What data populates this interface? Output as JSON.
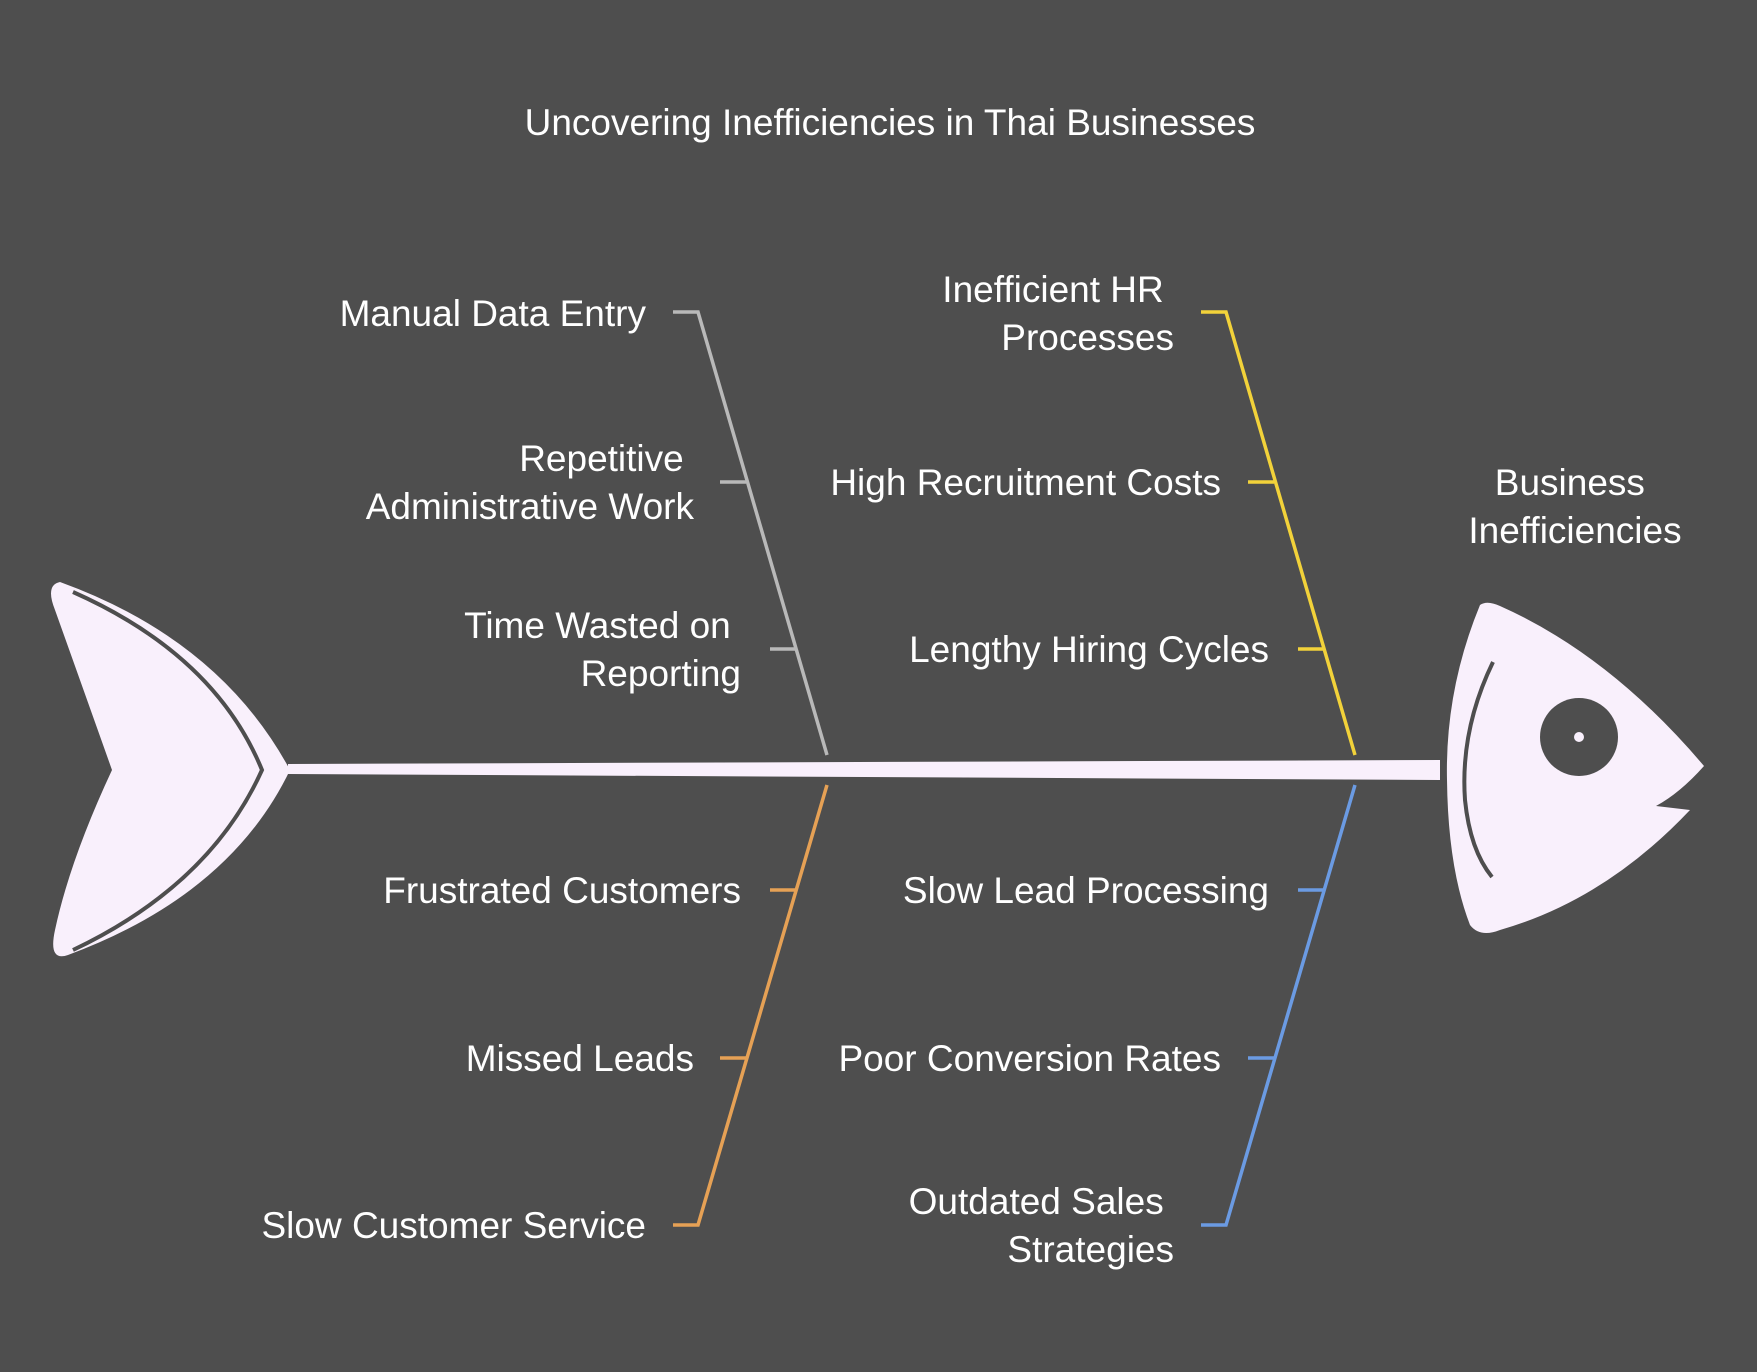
{
  "diagram": {
    "title": "Uncovering Inefficiencies in Thai Businesses",
    "effect": {
      "line1": "Business",
      "line2": "Inefficiencies"
    },
    "colors": {
      "background": "#4e4e4e",
      "fish": "#f9f0fc",
      "fish_outline": "#4e4e4e",
      "admin_branch": "#b9b9b9",
      "hr_branch": "#f2d23a",
      "customer_branch": "#e6a155",
      "sales_branch": "#6b9be3"
    },
    "branches": [
      {
        "id": "admin",
        "causes": [
          {
            "line1": "Manual Data Entry"
          },
          {
            "line1": "Repetitive",
            "line2": "Administrative Work"
          },
          {
            "line1": "Time Wasted on",
            "line2": "Reporting"
          }
        ]
      },
      {
        "id": "hr",
        "causes": [
          {
            "line1": "Inefficient HR",
            "line2": "Processes"
          },
          {
            "line1": "High Recruitment Costs"
          },
          {
            "line1": "Lengthy Hiring Cycles"
          }
        ]
      },
      {
        "id": "customer",
        "causes": [
          {
            "line1": "Frustrated Customers"
          },
          {
            "line1": "Missed Leads"
          },
          {
            "line1": "Slow Customer Service"
          }
        ]
      },
      {
        "id": "sales",
        "causes": [
          {
            "line1": "Slow Lead Processing"
          },
          {
            "line1": "Poor Conversion Rates"
          },
          {
            "line1": "Outdated Sales",
            "line2": "Strategies"
          }
        ]
      }
    ]
  }
}
